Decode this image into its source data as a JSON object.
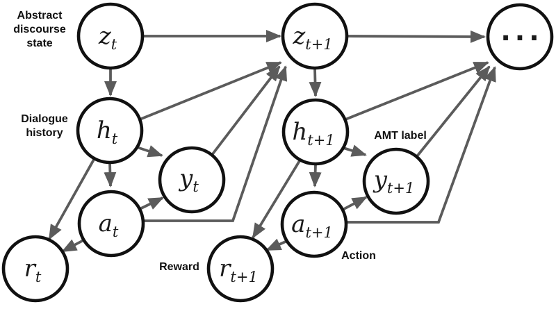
{
  "diagram": {
    "colors": {
      "background": "#ffffff",
      "node_stroke": "#111111",
      "arrow": "#5b5b5b",
      "text": "#111111"
    },
    "nodes": [
      {
        "name": "z-t",
        "base": "z",
        "sub": "t"
      },
      {
        "name": "h-t",
        "base": "h",
        "sub": "t"
      },
      {
        "name": "y-t",
        "base": "y",
        "sub": "t"
      },
      {
        "name": "a-t",
        "base": "a",
        "sub": "t"
      },
      {
        "name": "r-t",
        "base": "r",
        "sub": "t"
      },
      {
        "name": "z-t-plus-1",
        "base": "z",
        "sub": "t+1"
      },
      {
        "name": "h-t-plus-1",
        "base": "h",
        "sub": "t+1"
      },
      {
        "name": "y-t-plus-1",
        "base": "y",
        "sub": "t+1"
      },
      {
        "name": "a-t-plus-1",
        "base": "a",
        "sub": "t+1"
      },
      {
        "name": "r-t-plus-1",
        "base": "r",
        "sub": "t+1"
      },
      {
        "name": "ellipsis",
        "base": "...",
        "sub": ""
      }
    ],
    "labels": {
      "abstract_discourse_state": "Abstract discourse state",
      "dialogue_history": "Dialogue history",
      "amt_label": "AMT label",
      "reward": "Reward",
      "action": "Action"
    },
    "edges": [
      {
        "from": "z_t",
        "to": "z_t+1"
      },
      {
        "from": "z_t",
        "to": "h_t"
      },
      {
        "from": "h_t",
        "to": "z_t+1"
      },
      {
        "from": "h_t",
        "to": "y_t"
      },
      {
        "from": "h_t",
        "to": "a_t"
      },
      {
        "from": "h_t",
        "to": "r_t"
      },
      {
        "from": "y_t",
        "to": "z_t+1"
      },
      {
        "from": "a_t",
        "to": "y_t"
      },
      {
        "from": "a_t",
        "to": "r_t"
      },
      {
        "from": "a_t",
        "to": "z_t+1"
      },
      {
        "from": "z_t+1",
        "to": "..."
      },
      {
        "from": "z_t+1",
        "to": "h_t+1"
      },
      {
        "from": "h_t+1",
        "to": "..."
      },
      {
        "from": "h_t+1",
        "to": "y_t+1"
      },
      {
        "from": "h_t+1",
        "to": "a_t+1"
      },
      {
        "from": "h_t+1",
        "to": "r_t+1"
      },
      {
        "from": "y_t+1",
        "to": "..."
      },
      {
        "from": "a_t+1",
        "to": "y_t+1"
      },
      {
        "from": "a_t+1",
        "to": "r_t+1"
      },
      {
        "from": "a_t+1",
        "to": "..."
      }
    ]
  }
}
